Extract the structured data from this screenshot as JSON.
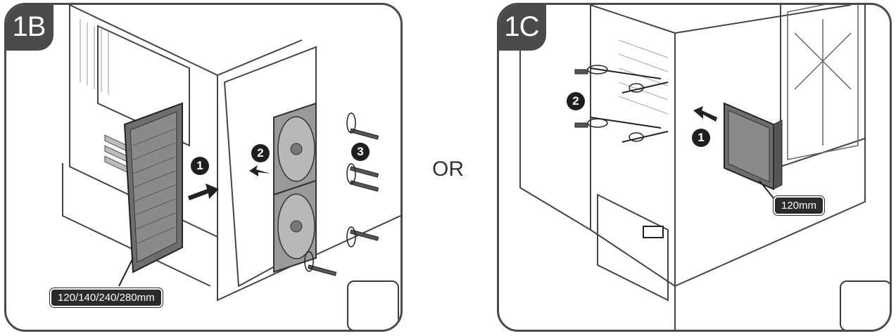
{
  "panels": [
    {
      "step": "1B",
      "size_label": "120/140/240/280mm",
      "badges": [
        "1",
        "2",
        "3"
      ]
    },
    {
      "step": "1C",
      "size_label": "120mm",
      "badges": [
        "1",
        "2"
      ]
    }
  ],
  "separator": "OR",
  "icons": {
    "tool": "screwdriver-icon",
    "rotation": "rotate-arrow-icon"
  },
  "colors": {
    "frame": "#4a4a4a",
    "tab": "#4a4a4a",
    "badge": "#1e1e1e",
    "radiator": "#6e6e6e"
  }
}
